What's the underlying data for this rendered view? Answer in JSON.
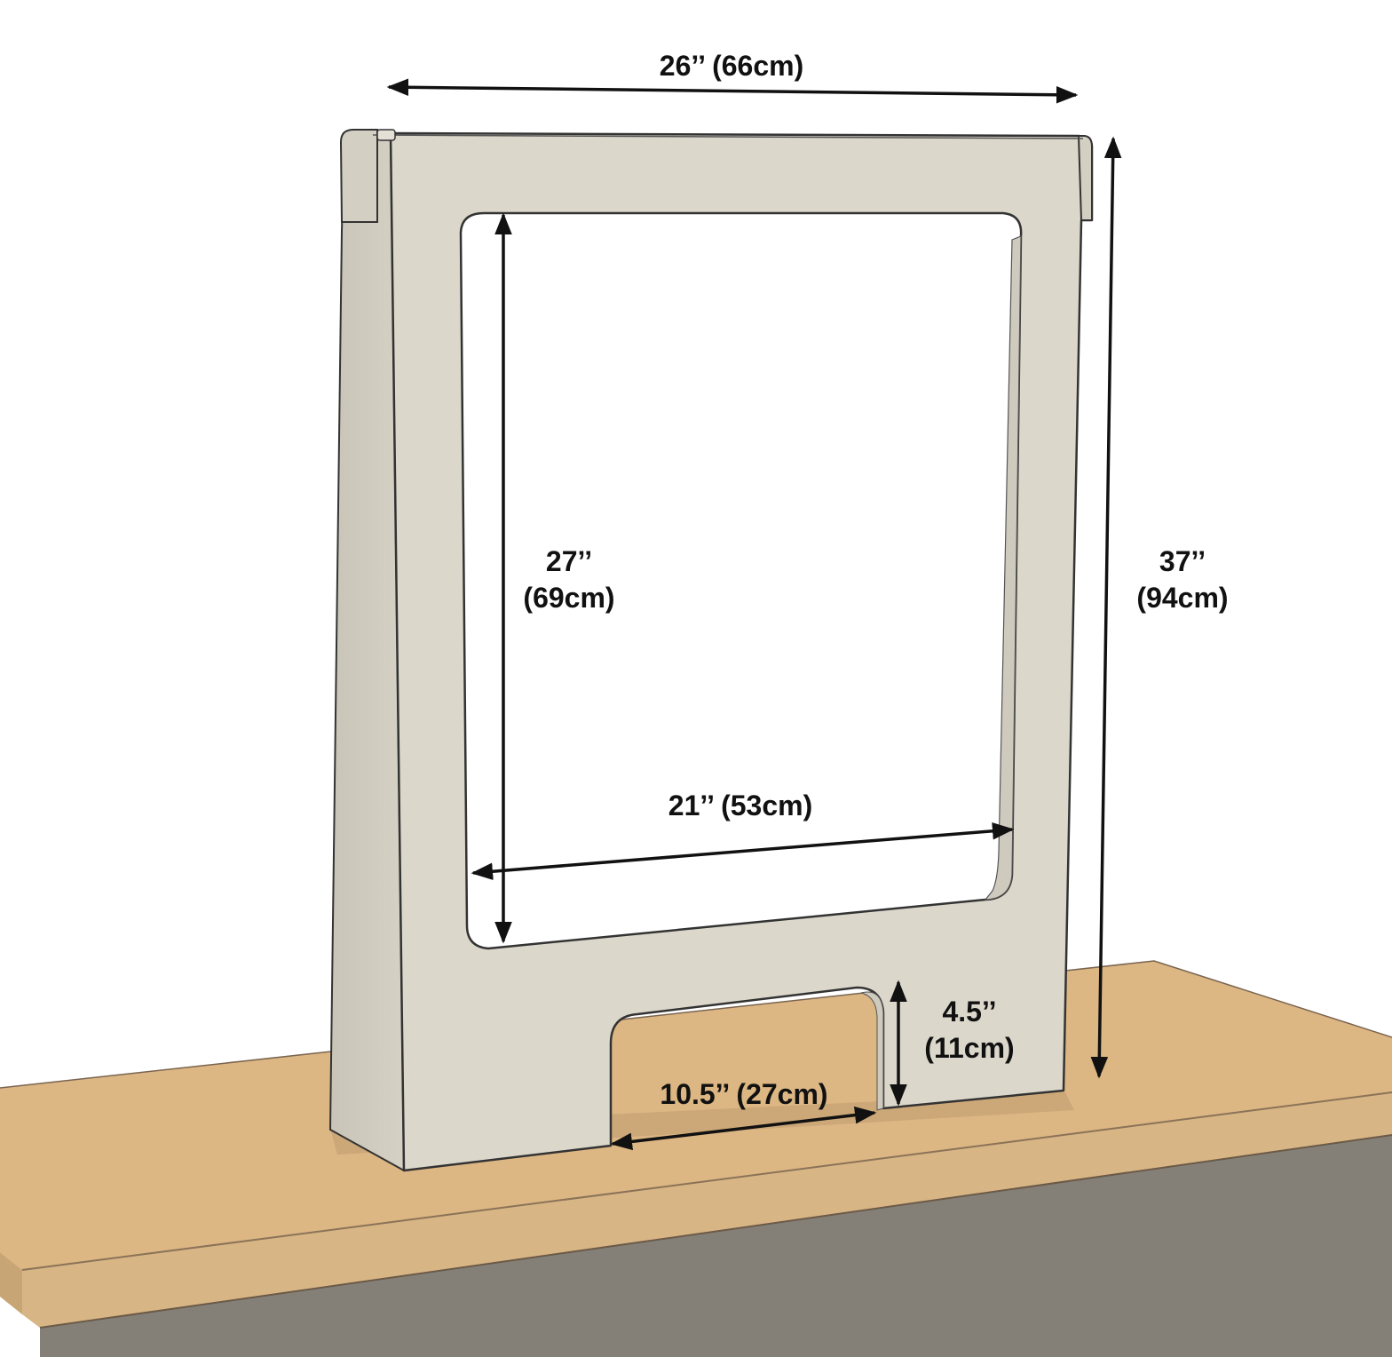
{
  "colors": {
    "background": "#ffffff",
    "wall_shadow": "#f4f4f4",
    "panel_face": "#dcd7cb",
    "panel_side": "#cfcabe",
    "panel_outline": "#333333",
    "desk_top": "#dcb683",
    "desk_edge": "#d8b584",
    "cabinet": "#858077",
    "arrow": "#111111"
  },
  "dimensions": {
    "overall_width": "26’’ (66cm)",
    "overall_height_in": "37’’",
    "overall_height_cm": "(94cm)",
    "window_height_in": "27’’",
    "window_height_cm": "(69cm)",
    "window_width": "21’’ (53cm)",
    "cutout_height_in": "4.5’’",
    "cutout_height_cm": "(11cm)",
    "cutout_width": "10.5’’ (27cm)"
  }
}
